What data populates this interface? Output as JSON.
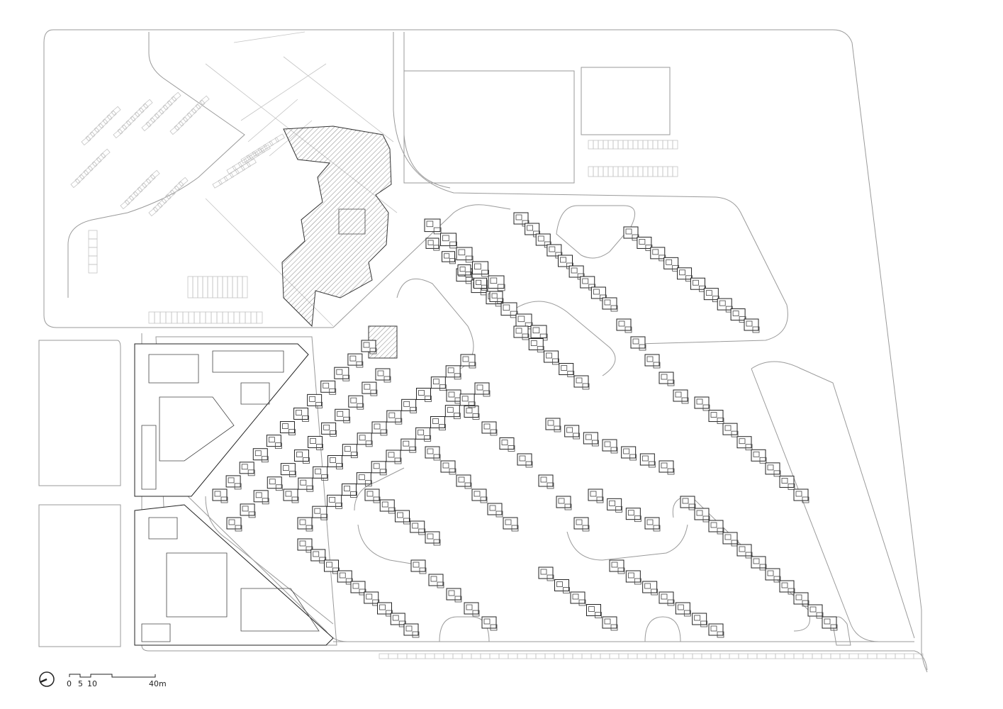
{
  "title": "Site plan",
  "scale_bar": {
    "labels": [
      "0",
      "5",
      "10",
      "40m"
    ]
  },
  "north_arrow": {
    "icon": "north-arrow-icon"
  }
}
